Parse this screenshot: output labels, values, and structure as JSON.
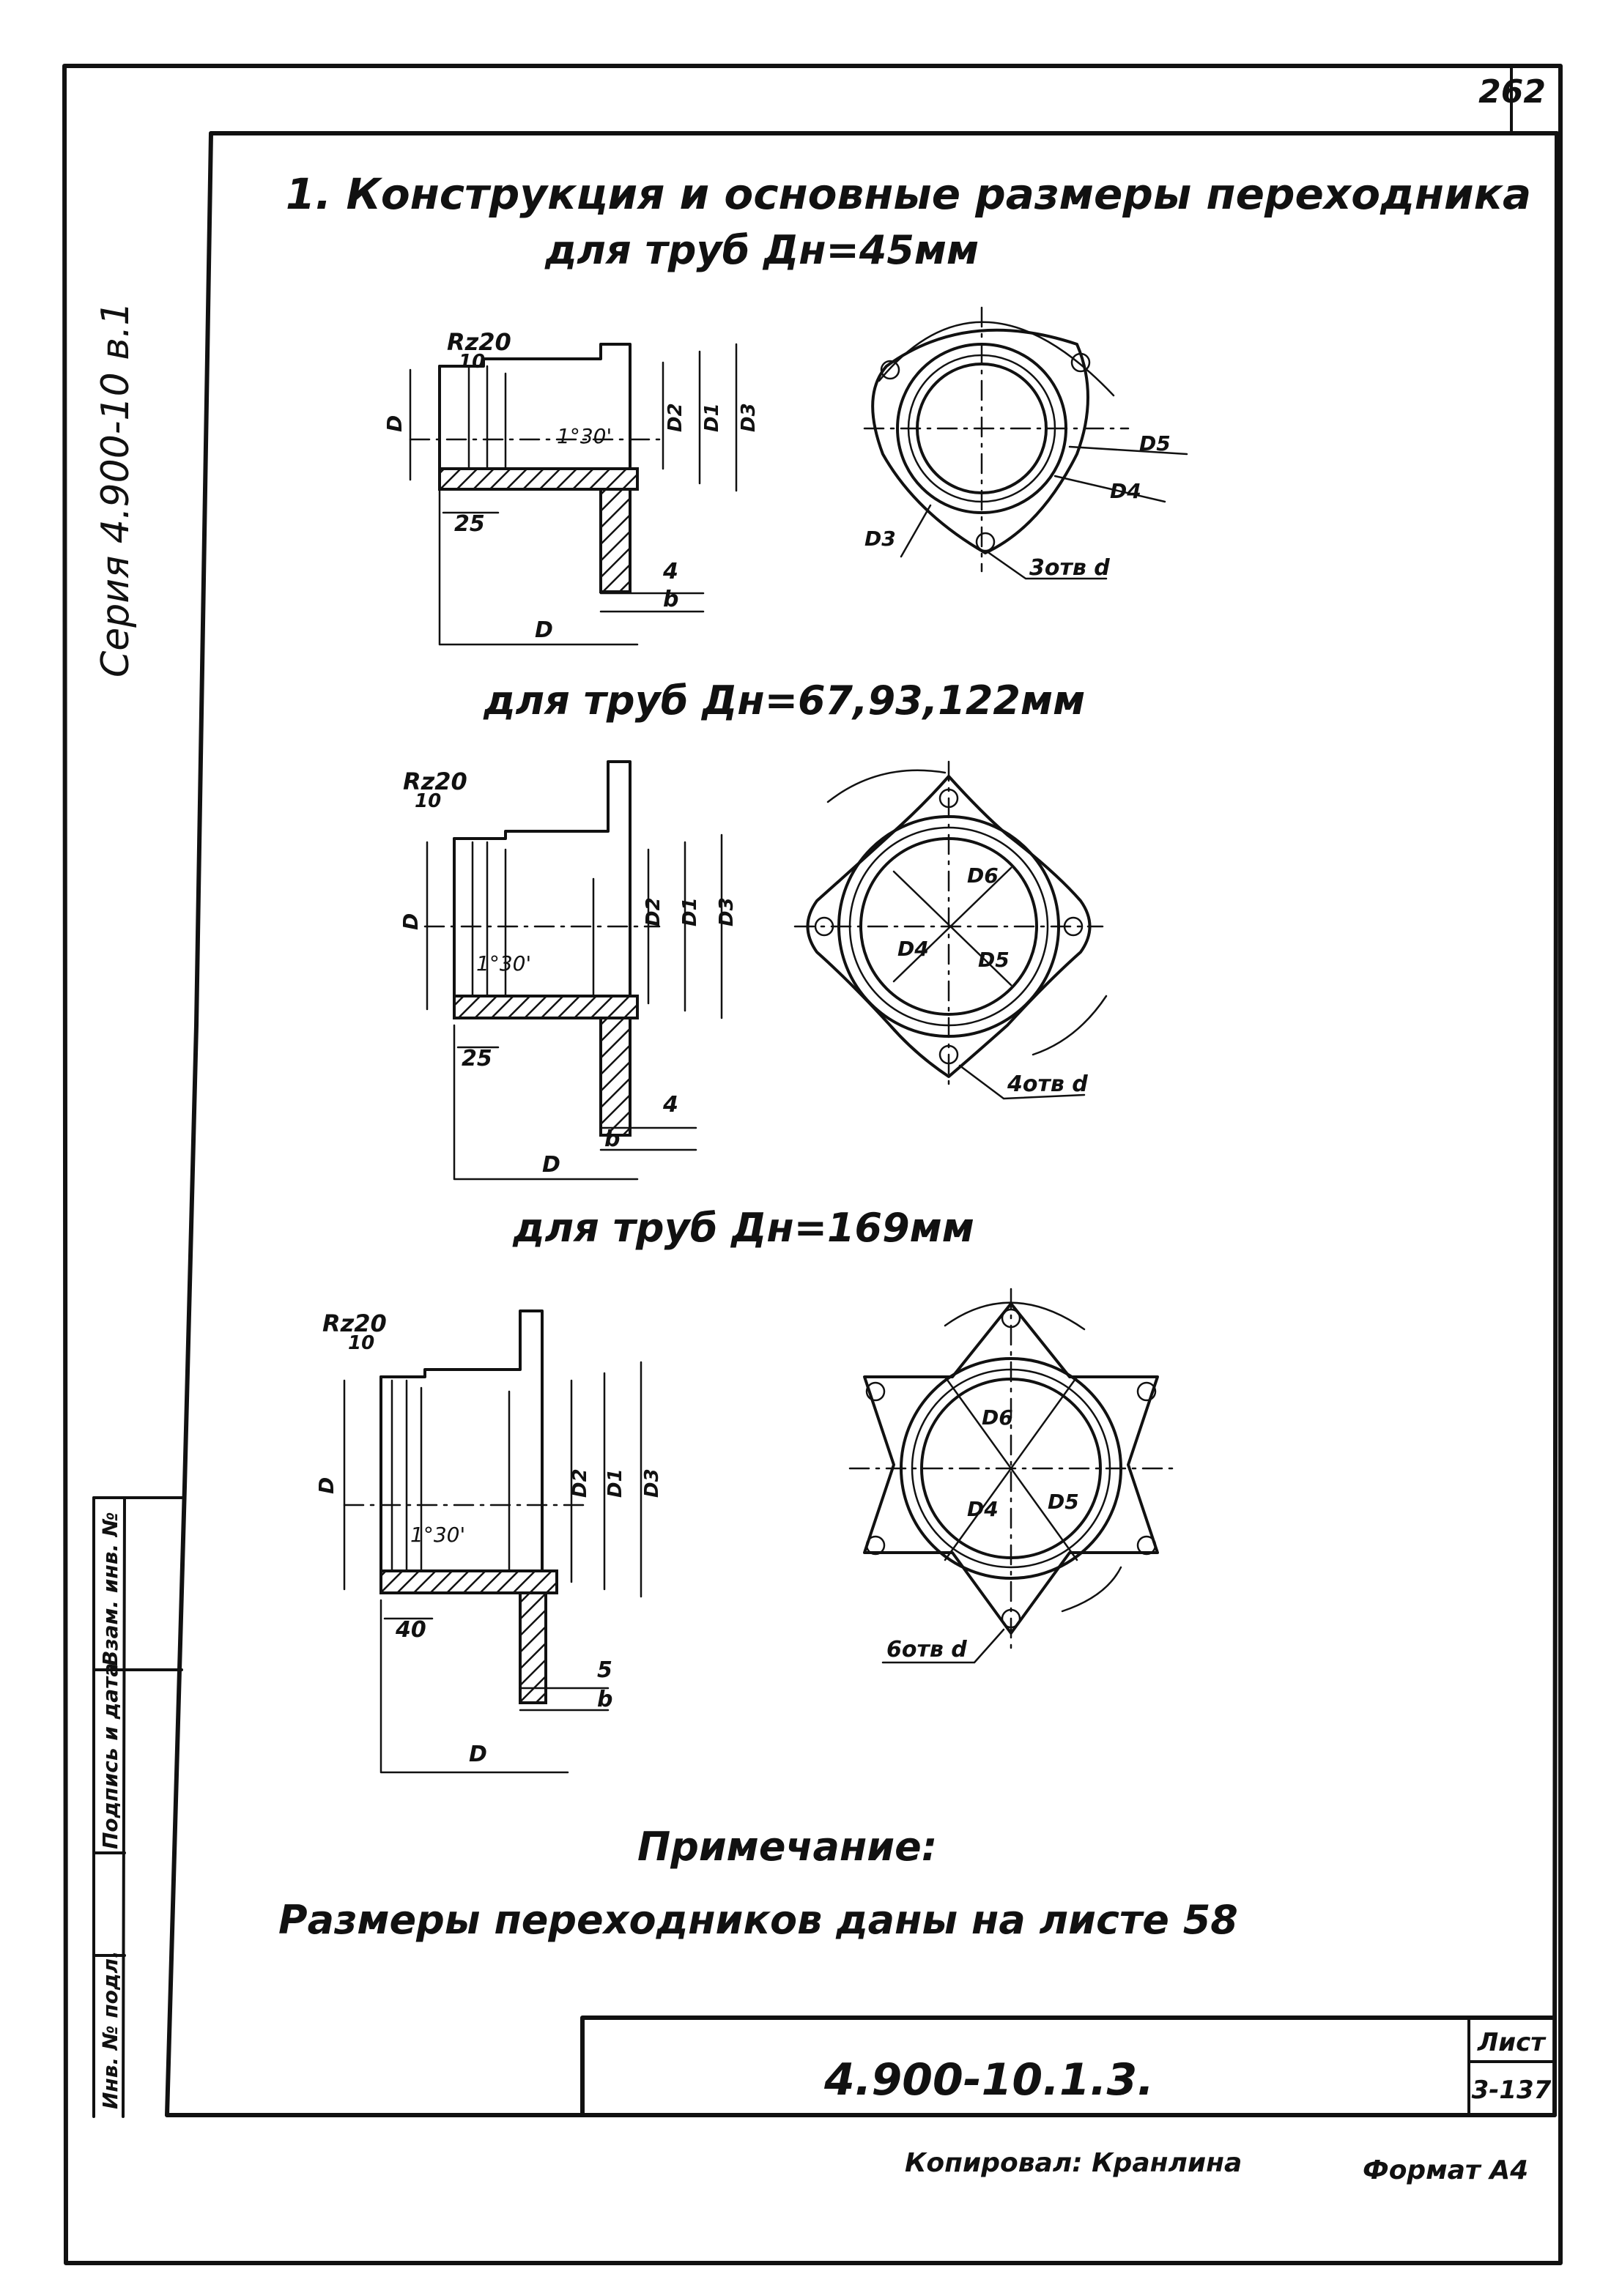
{
  "sheet_number": "262",
  "series_label": "Серия 4.900-10 в.1",
  "title": {
    "line1": "1. Конструкция и основные размеры переходника",
    "line2": "для труб Дн=45мм"
  },
  "section2_heading": "для труб Дн=67,93,122мм",
  "section3_heading": "для труб Дн=169мм",
  "views": {
    "v1_side": {
      "roughness": "Rz20",
      "roughness_sub": "10",
      "angle": "1°30'",
      "len_small": "25",
      "t_top": "4",
      "t_b": "b",
      "len": "D",
      "d_left": "D",
      "d_right": [
        "D2",
        "D1",
        "D3"
      ]
    },
    "v1_front": {
      "d5": "D5",
      "d4": "D4",
      "d3": "D3",
      "holes": "3отв d"
    },
    "v2_side": {
      "roughness": "Rz20",
      "roughness_sub": "10",
      "angle": "1°30'",
      "len_small": "25",
      "t_top": "4",
      "t_b": "b",
      "len": "D",
      "d_left": "D",
      "d_right": [
        "D2",
        "D1",
        "D3"
      ]
    },
    "v2_front": {
      "d6": "D6",
      "d4": "D4",
      "d5": "D5",
      "holes": "4отв d"
    },
    "v3_side": {
      "roughness": "Rz20",
      "roughness_sub": "10",
      "angle": "1°30'",
      "len_small": "40",
      "t_top": "5",
      "t_b": "b",
      "len": "D",
      "d_left": "D",
      "d_right": [
        "D2",
        "D1",
        "D3"
      ]
    },
    "v3_front": {
      "d6": "D6",
      "d4": "D4",
      "d5": "D5",
      "holes": "6отв d"
    }
  },
  "note": {
    "heading": "Примечание:",
    "text": "Размеры переходников даны на листе 58"
  },
  "stamp": {
    "code": "4.900-10.1.3.",
    "sheet_label": "Лист",
    "sheet_value": "3-137"
  },
  "left_columns": [
    "Инв. № подл.",
    "Подпись и дата",
    "Взам. инв. №"
  ],
  "footer": {
    "copied": "Копировал: Кранлина",
    "format": "Формат А4"
  }
}
